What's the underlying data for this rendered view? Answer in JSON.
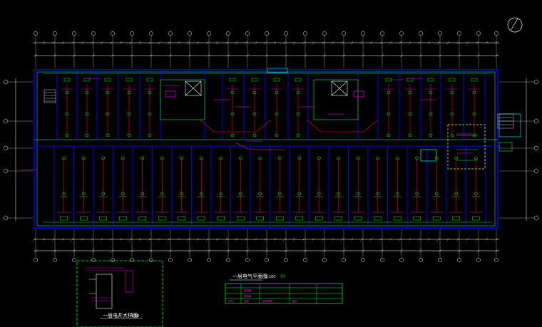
{
  "drawing": {
    "main_title": "一层电气平面图",
    "main_title_scale": "1:100",
    "detail_title": "一层电井大样图",
    "detail_title_scale": "1:50",
    "legend_header_cells": [
      "符号",
      "名称",
      "型号规格",
      "备注"
    ],
    "legend_rows": [
      [
        "",
        "配电箱",
        "",
        ""
      ],
      [
        "",
        "配电箱",
        "",
        ""
      ]
    ],
    "north_arrow": "N"
  },
  "colors": {
    "background": "#000000",
    "wall": "#0000ff",
    "wall_inner": "#00ffff",
    "fixture": "#00ff00",
    "circuit": "#ff0000",
    "label": "#ff00ff",
    "dimension": "#ffffff",
    "cabinet": "#ffff00"
  }
}
